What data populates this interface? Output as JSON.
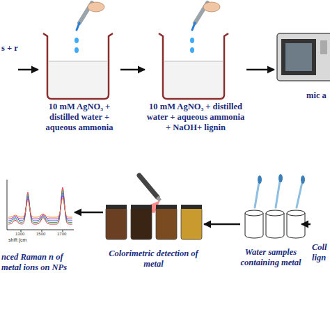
{
  "diagram": {
    "nodes": [
      {
        "text": [
          "s + r"
        ]
      },
      {
        "text": [
          "10 mM AgNO₃ + distilled water + aqueous ammonia"
        ]
      },
      {
        "text": [
          "10 mM AgNO₃ + distilled water + aqueous ammonia + NaOH+ lignin"
        ]
      },
      {
        "text": [
          "mic a"
        ]
      },
      {
        "text": [
          "Coll lign"
        ]
      },
      {
        "text": [
          "Water samples containing metal"
        ]
      },
      {
        "text": [
          "Colorimetric detection of metal"
        ]
      },
      {
        "text": [
          "nced Raman n of metal ions on NPs"
        ]
      }
    ],
    "edges": [
      {
        "from": 0,
        "to": 1,
        "arrow": "to"
      },
      {
        "from": 1,
        "to": 2,
        "arrow": "to"
      },
      {
        "from": 2,
        "to": 3,
        "arrow": "to"
      },
      {
        "from": 4,
        "to": 5,
        "arrow": "to"
      },
      {
        "from": 5,
        "to": 6,
        "arrow": "to"
      },
      {
        "from": 6,
        "to": 7,
        "arrow": "to"
      }
    ],
    "labels": [
      "shift (cm",
      "1300",
      "1500",
      "1700"
    ]
  }
}
